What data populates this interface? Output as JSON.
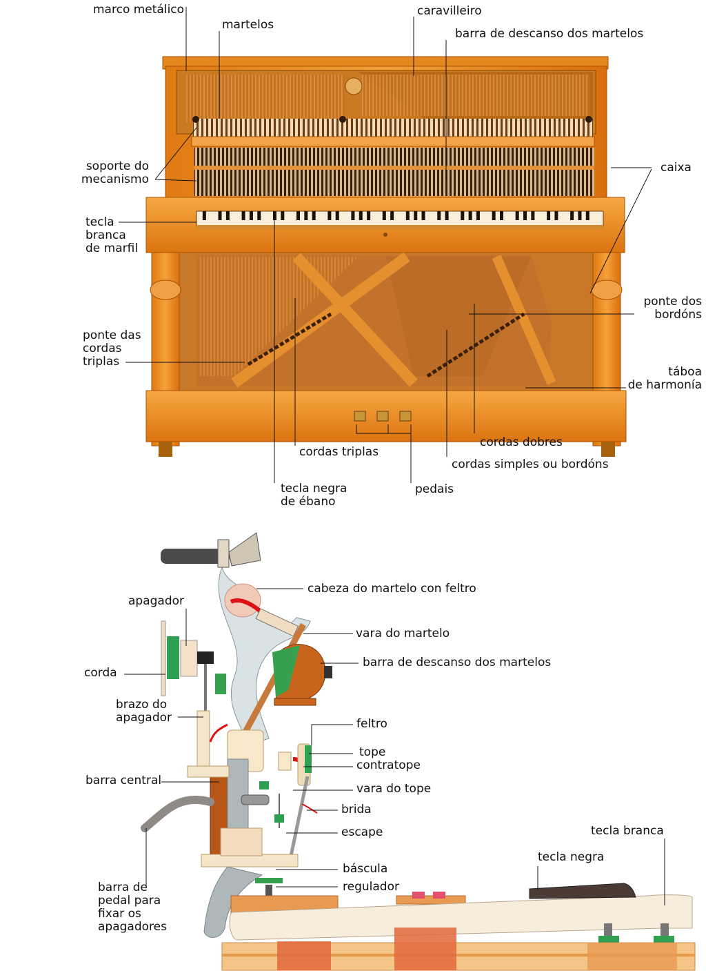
{
  "piano": {
    "labels": {
      "marco_metalico": "marco metálico",
      "martelos": "martelos",
      "caravilleiro": "caravilleiro",
      "barra_descanso": "barra de descanso dos martelos",
      "soporte_l1": "soporte do",
      "soporte_l2": "mecanismo",
      "caixa": "caixa",
      "tecla_branca_l1": "tecla",
      "tecla_branca_l2": "branca",
      "tecla_branca_l3": "de marfil",
      "ponte_bordons_l1": "ponte dos",
      "ponte_bordons_l2": "bordóns",
      "ponte_triplas_l1": "ponte das",
      "ponte_triplas_l2": "cordas",
      "ponte_triplas_l3": "triplas",
      "taboa_l1": "táboa",
      "taboa_l2": "de harmonía",
      "cordas_dobres": "cordas dobres",
      "cordas_triplas": "cordas triplas",
      "cordas_simples": "cordas simples ou bordóns",
      "tecla_negra_l1": "tecla negra",
      "tecla_negra_l2": "de ébano",
      "pedais": "pedais"
    }
  },
  "mechanism": {
    "labels": {
      "cabeza": "cabeza do martelo con feltro",
      "apagador": "apagador",
      "vara_martelo": "vara do martelo",
      "corda": "corda",
      "barra_descanso": "barra de descanso dos martelos",
      "brazo_l1": "brazo do",
      "brazo_l2": "apagador",
      "feltro": "feltro",
      "tope": "tope",
      "contratope": "contratope",
      "barra_central": "barra central",
      "vara_tope": "vara do tope",
      "brida": "brida",
      "escape": "escape",
      "tecla_branca": "tecla branca",
      "tecla_negra": "tecla negra",
      "bascula": "báscula",
      "regulador": "regulador",
      "pedal_l1": "barra de",
      "pedal_l2": "pedal para",
      "pedal_l3": "fixar os",
      "pedal_l4": "apagadores"
    }
  }
}
